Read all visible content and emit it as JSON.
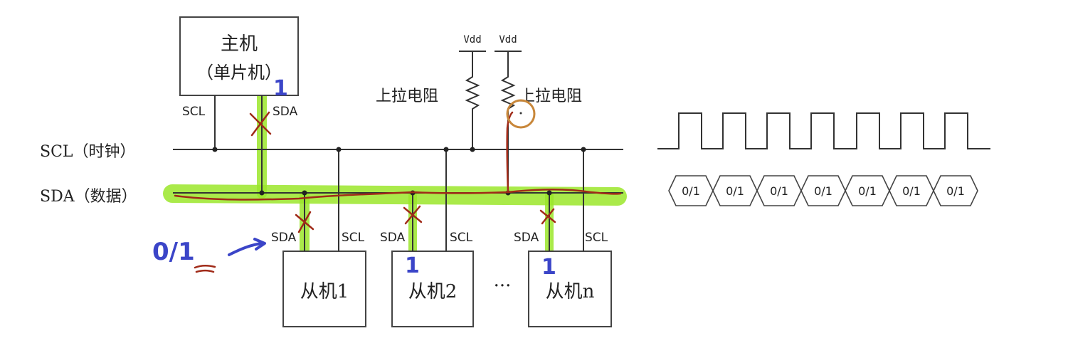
{
  "master": {
    "line1": "主机",
    "line2": "（单片机）",
    "scl_label": "SCL",
    "sda_label": "SDA"
  },
  "buses": {
    "scl_label": "SCL（时钟）",
    "sda_label": "SDA（数据）"
  },
  "pullups": [
    {
      "vdd": "Vdd",
      "label": "上拉电阻"
    },
    {
      "vdd": "Vdd",
      "label": "上拉电阻"
    }
  ],
  "slaves": [
    {
      "name": "从机1",
      "sda_label": "SDA",
      "scl_label": "SCL"
    },
    {
      "name": "从机2",
      "sda_label": "SDA",
      "scl_label": "SCL"
    },
    {
      "name": "从机n",
      "sda_label": "SDA",
      "scl_label": "SCL"
    }
  ],
  "ellipsis": "···",
  "annotations": {
    "master_one": "1",
    "slave2_one": "1",
    "slaven_one": "1",
    "left_note": "0/1"
  },
  "data_cells": [
    "0/1",
    "0/1",
    "0/1",
    "0/1",
    "0/1",
    "0/1",
    "0/1"
  ],
  "colors": {
    "highlight": "#9be62a",
    "ink_red": "#a02a18",
    "ink_blue": "#3b45c8",
    "circle": "#c8873a"
  }
}
